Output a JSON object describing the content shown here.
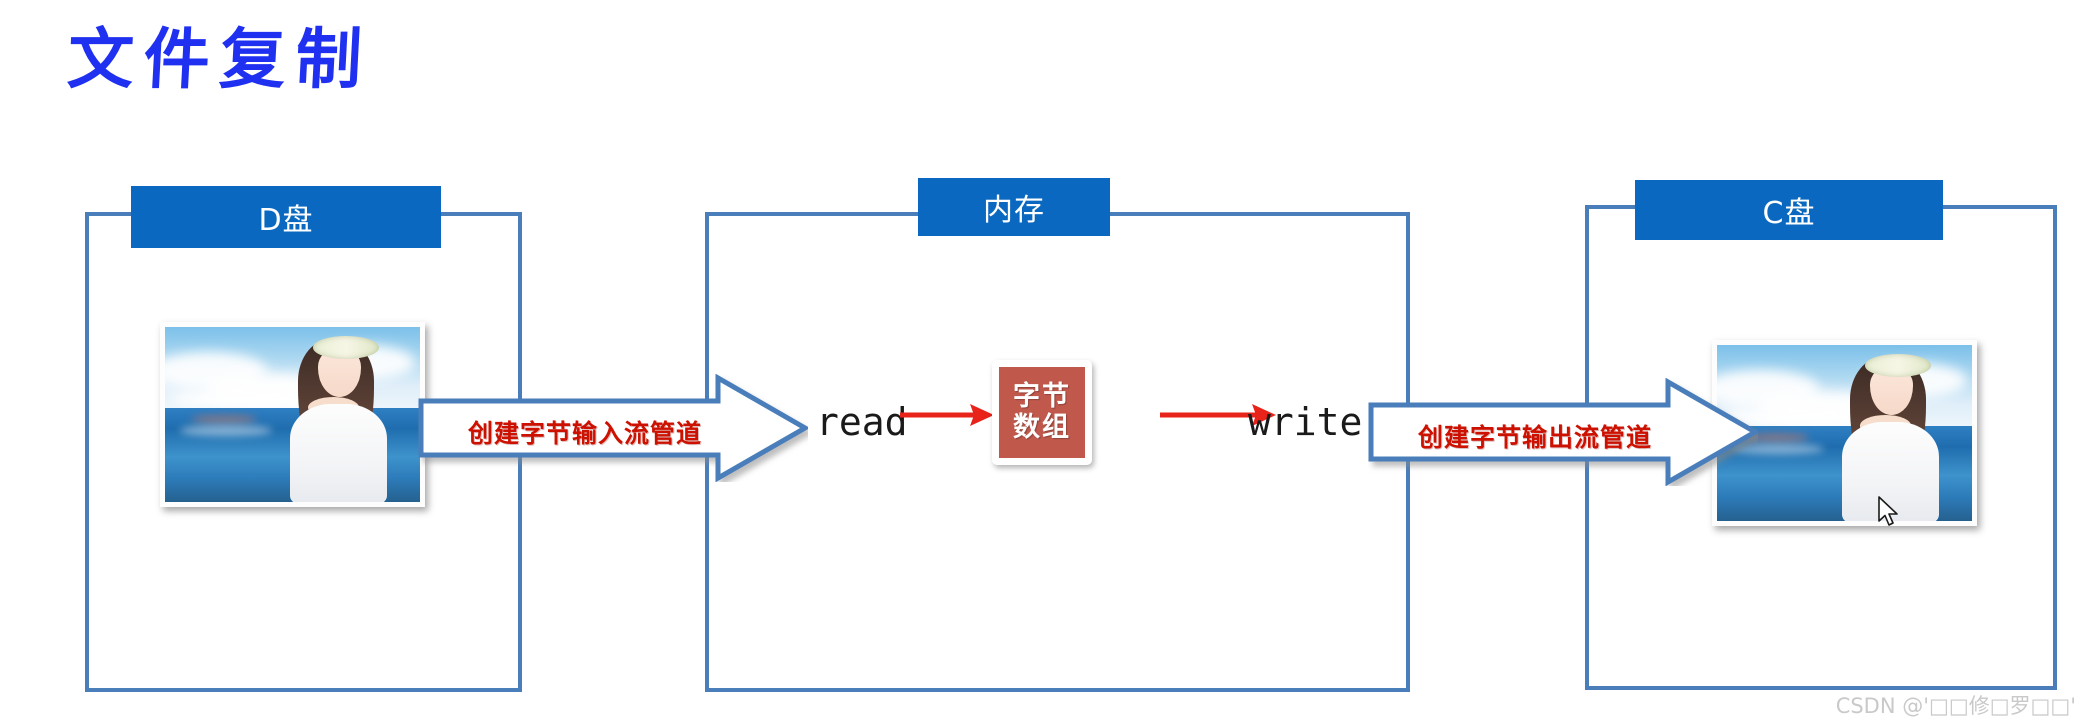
{
  "page": {
    "title": "文件复制",
    "watermark": "CSDN @'□□修□罗□□'"
  },
  "panels": [
    {
      "id": "d-drive",
      "header": "D盘"
    },
    {
      "id": "memory",
      "header": "内存"
    },
    {
      "id": "c-drive",
      "header": "C盘"
    }
  ],
  "arrows": {
    "input_stream_label": "创建字节输入流管道",
    "output_stream_label": "创建字节输出流管道"
  },
  "memory": {
    "read_label": "read",
    "write_label": "write",
    "buffer_line1": "字节",
    "buffer_line2": "数组"
  },
  "photos": {
    "source_alt": "source-photo",
    "destination_alt": "destination-photo"
  },
  "colors": {
    "title_blue": "#2030f0",
    "header_blue": "#0a68c0",
    "container_border": "#4a7ebb",
    "label_red": "#cc1100",
    "buffer_fill": "#c0584c",
    "arrow_red": "#e8231a"
  }
}
